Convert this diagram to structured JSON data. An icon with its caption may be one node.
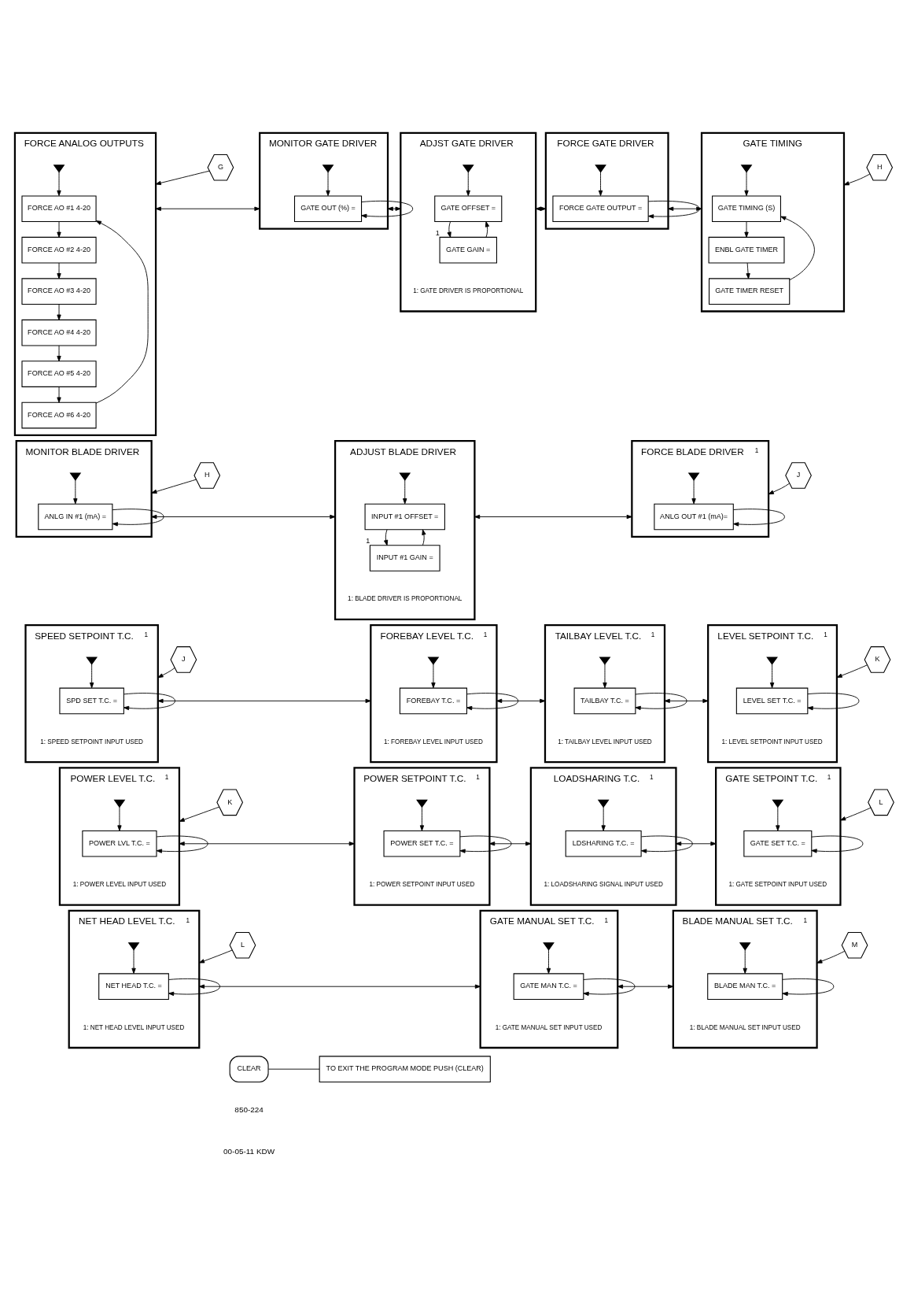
{
  "diagram": {
    "nodes": [
      {
        "text": [
          "G"
        ]
      },
      {
        "text": [
          "FORCE ANALOG OUTPUTS"
        ]
      },
      {
        "text": [
          "FORCE AO #1 4-20"
        ],
        "in": 1
      },
      {
        "text": [
          "FORCE AO #2 4-20"
        ],
        "in": 1
      },
      {
        "text": [
          "FORCE AO #3 4-20"
        ],
        "in": 1
      },
      {
        "text": [
          "FORCE AO #4 4-20"
        ],
        "in": 1
      },
      {
        "text": [
          "FORCE AO #5 4-20"
        ],
        "in": 1
      },
      {
        "text": [
          "FORCE AO #6 4-20"
        ],
        "in": 1
      },
      {
        "text": [
          "MONITOR GATE DRIVER"
        ]
      },
      {
        "text": [
          "GATE OUT (%) ="
        ],
        "in": 8
      },
      {
        "text": [
          "ADJST GATE DRIVER"
        ],
        "beside": [
          "1: GATE DRIVER IS PROPORTIONAL"
        ]
      },
      {
        "text": [
          "GATE OFFSET ="
        ],
        "in": 10
      },
      {
        "text": [
          "GATE GAIN ="
        ],
        "in": 10,
        "beside": [
          "1"
        ]
      },
      {
        "text": [
          "FORCE GATE DRIVER"
        ]
      },
      {
        "text": [
          "FORCE GATE OUTPUT ="
        ],
        "in": 13
      },
      {
        "text": [
          "GATE TIMING"
        ]
      },
      {
        "text": [
          "GATE TIMING (S)"
        ],
        "in": 15
      },
      {
        "text": [
          "ENBL GATE TIMER"
        ],
        "in": 15
      },
      {
        "text": [
          "GATE TIMER RESET"
        ],
        "in": 15
      },
      {
        "text": [
          "H"
        ]
      },
      {
        "text": [
          "H"
        ]
      },
      {
        "text": [
          "MONITOR BLADE DRIVER"
        ]
      },
      {
        "text": [
          "ANLG IN #1 (mA) ="
        ],
        "in": 21
      },
      {
        "text": [
          "ADJUST BLADE DRIVER"
        ],
        "beside": [
          "1: BLADE DRIVER IS PROPORTIONAL"
        ]
      },
      {
        "text": [
          "INPUT #1 OFFSET ="
        ],
        "in": 23
      },
      {
        "text": [
          "INPUT #1 GAIN ="
        ],
        "in": 23,
        "beside": [
          "1"
        ]
      },
      {
        "text": [
          "FORCE BLADE DRIVER",
          "1"
        ]
      },
      {
        "text": [
          "ANLG OUT #1 (mA)="
        ],
        "in": 26
      },
      {
        "text": [
          "J"
        ]
      },
      {
        "text": [
          "J"
        ]
      },
      {
        "text": [
          "SPEED SETPOINT T.C.",
          "1"
        ],
        "beside": [
          "1: SPEED SETPOINT INPUT USED"
        ]
      },
      {
        "text": [
          "SPD SET T.C. ="
        ],
        "in": 30
      },
      {
        "text": [
          "FOREBAY LEVEL T.C.",
          "1"
        ],
        "beside": [
          "1: FOREBAY LEVEL INPUT USED"
        ]
      },
      {
        "text": [
          "FOREBAY T.C. ="
        ],
        "in": 32
      },
      {
        "text": [
          "TAILBAY LEVEL T.C.",
          "1"
        ],
        "beside": [
          "1: TAILBAY LEVEL INPUT USED"
        ]
      },
      {
        "text": [
          "TAILBAY T.C. ="
        ],
        "in": 34
      },
      {
        "text": [
          "LEVEL SETPOINT T.C.",
          "1"
        ],
        "beside": [
          "1: LEVEL SETPOINT INPUT USED"
        ]
      },
      {
        "text": [
          "LEVEL SET T.C. ="
        ],
        "in": 36
      },
      {
        "text": [
          "K"
        ]
      },
      {
        "text": [
          "K"
        ]
      },
      {
        "text": [
          "POWER LEVEL T.C.",
          "1"
        ],
        "beside": [
          "1: POWER LEVEL INPUT USED"
        ]
      },
      {
        "text": [
          "POWER LVL T.C. ="
        ],
        "in": 40
      },
      {
        "text": [
          "POWER SETPOINT T.C.",
          "1"
        ],
        "beside": [
          "1: POWER SETPOINT INPUT USED"
        ]
      },
      {
        "text": [
          "POWER SET T.C. ="
        ],
        "in": 42
      },
      {
        "text": [
          "LOADSHARING T.C.",
          "1"
        ],
        "beside": [
          "1: LOADSHARING SIGNAL INPUT USED"
        ]
      },
      {
        "text": [
          "LDSHARING T.C. ="
        ],
        "in": 44
      },
      {
        "text": [
          "GATE SETPOINT T.C.",
          "1"
        ],
        "beside": [
          "1: GATE SETPOINT INPUT USED"
        ]
      },
      {
        "text": [
          "GATE SET T.C. ="
        ],
        "in": 46
      },
      {
        "text": [
          "L"
        ]
      },
      {
        "text": [
          "L"
        ]
      },
      {
        "text": [
          "NET HEAD LEVEL T.C.",
          "1"
        ],
        "beside": [
          "1: NET HEAD LEVEL INPUT USED"
        ]
      },
      {
        "text": [
          "NET HEAD T.C. ="
        ],
        "in": 50
      },
      {
        "text": [
          "GATE MANUAL SET T.C.",
          "1"
        ],
        "beside": [
          "1: GATE MANUAL SET INPUT USED"
        ]
      },
      {
        "text": [
          "GATE MAN T.C. ="
        ],
        "in": 52
      },
      {
        "text": [
          "BLADE MANUAL SET T.C.",
          "1"
        ],
        "beside": [
          "1: BLADE MANUAL SET INPUT USED"
        ]
      },
      {
        "text": [
          "BLADE MAN T.C. ="
        ],
        "in": 54
      },
      {
        "text": [
          "M"
        ]
      },
      {
        "text": [
          "CLEAR"
        ]
      },
      {
        "text": [
          "TO EXIT THE PROGRAM MODE PUSH (CLEAR)"
        ]
      }
    ],
    "edges": [
      {
        "from": 0,
        "to": 1,
        "arrow": "to"
      },
      {
        "from": 1,
        "to": 8,
        "arrow": "both"
      },
      {
        "from": 8,
        "to": 10,
        "arrow": "both"
      },
      {
        "from": 10,
        "to": 13,
        "arrow": "both"
      },
      {
        "from": 13,
        "to": 15,
        "arrow": "both"
      },
      {
        "from": 19,
        "to": 15,
        "arrow": "to"
      },
      {
        "from": null,
        "to": 2,
        "arrow": "to"
      },
      {
        "from": 2,
        "to": 3,
        "arrow": "to"
      },
      {
        "from": 3,
        "to": 4,
        "arrow": "to"
      },
      {
        "from": 4,
        "to": 5,
        "arrow": "to"
      },
      {
        "from": 5,
        "to": 6,
        "arrow": "to"
      },
      {
        "from": 6,
        "to": 7,
        "arrow": "to"
      },
      {
        "from": 7,
        "to": 1,
        "arrow": "to"
      },
      {
        "from": null,
        "to": 9,
        "arrow": "to"
      },
      {
        "from": 9,
        "to": 8,
        "arrow": "to"
      },
      {
        "from": null,
        "to": 11,
        "arrow": "to"
      },
      {
        "from": 11,
        "to": 12,
        "arrow": "to"
      },
      {
        "from": 12,
        "to": 10,
        "arrow": "to"
      },
      {
        "from": null,
        "to": 14,
        "arrow": "to"
      },
      {
        "from": 14,
        "to": 13,
        "arrow": "to"
      },
      {
        "from": null,
        "to": 16,
        "arrow": "to"
      },
      {
        "from": 16,
        "to": 17,
        "arrow": "to"
      },
      {
        "from": 17,
        "to": 18,
        "arrow": "to"
      },
      {
        "from": 18,
        "to": 15,
        "arrow": "to"
      },
      {
        "from": 20,
        "to": 21,
        "arrow": "to"
      },
      {
        "from": 21,
        "to": 23,
        "arrow": "both"
      },
      {
        "from": 23,
        "to": 26,
        "arrow": "both"
      },
      {
        "from": 28,
        "to": 26,
        "arrow": "to"
      },
      {
        "from": null,
        "to": 22,
        "arrow": "to"
      },
      {
        "from": 22,
        "to": 21,
        "arrow": "to"
      },
      {
        "from": null,
        "to": 24,
        "arrow": "to"
      },
      {
        "from": 24,
        "to": 25,
        "arrow": "to"
      },
      {
        "from": 25,
        "to": 23,
        "arrow": "to"
      },
      {
        "from": null,
        "to": 27,
        "arrow": "to"
      },
      {
        "from": 27,
        "to": 26,
        "arrow": "to"
      },
      {
        "from": 29,
        "to": 30,
        "arrow": "to"
      },
      {
        "from": 30,
        "to": 32,
        "arrow": "both"
      },
      {
        "from": 32,
        "to": 34,
        "arrow": "both"
      },
      {
        "from": 34,
        "to": 36,
        "arrow": "both"
      },
      {
        "from": 38,
        "to": 36,
        "arrow": "to"
      },
      {
        "from": null,
        "to": 31,
        "arrow": "to"
      },
      {
        "from": 31,
        "to": 30,
        "arrow": "to"
      },
      {
        "from": null,
        "to": 33,
        "arrow": "to"
      },
      {
        "from": 33,
        "to": 32,
        "arrow": "to"
      },
      {
        "from": null,
        "to": 35,
        "arrow": "to"
      },
      {
        "from": 35,
        "to": 34,
        "arrow": "to"
      },
      {
        "from": null,
        "to": 37,
        "arrow": "to"
      },
      {
        "from": 37,
        "to": 36,
        "arrow": "to"
      },
      {
        "from": 39,
        "to": 40,
        "arrow": "to"
      },
      {
        "from": 40,
        "to": 42,
        "arrow": "both"
      },
      {
        "from": 42,
        "to": 44,
        "arrow": "both"
      },
      {
        "from": 44,
        "to": 46,
        "arrow": "both"
      },
      {
        "from": 48,
        "to": 46,
        "arrow": "to"
      },
      {
        "from": null,
        "to": 41,
        "arrow": "to"
      },
      {
        "from": 41,
        "to": 40,
        "arrow": "to"
      },
      {
        "from": null,
        "to": 43,
        "arrow": "to"
      },
      {
        "from": 43,
        "to": 42,
        "arrow": "to"
      },
      {
        "from": null,
        "to": 45,
        "arrow": "to"
      },
      {
        "from": 45,
        "to": 44,
        "arrow": "to"
      },
      {
        "from": null,
        "to": 47,
        "arrow": "to"
      },
      {
        "from": 47,
        "to": 46,
        "arrow": "to"
      },
      {
        "from": 49,
        "to": 50,
        "arrow": "to"
      },
      {
        "from": 50,
        "to": 52,
        "arrow": "both"
      },
      {
        "from": 52,
        "to": 54,
        "arrow": "both"
      },
      {
        "from": 56,
        "to": 54,
        "arrow": "to"
      },
      {
        "from": null,
        "to": 51,
        "arrow": "to"
      },
      {
        "from": 51,
        "to": 50,
        "arrow": "to"
      },
      {
        "from": null,
        "to": 53,
        "arrow": "to"
      },
      {
        "from": 53,
        "to": 52,
        "arrow": "to"
      },
      {
        "from": null,
        "to": 55,
        "arrow": "to"
      },
      {
        "from": 55,
        "to": 54,
        "arrow": "to"
      },
      {
        "from": 57,
        "to": 58,
        "arrow": "none"
      }
    ],
    "labels": [
      "850-224",
      "00-05-11 KDW"
    ]
  }
}
